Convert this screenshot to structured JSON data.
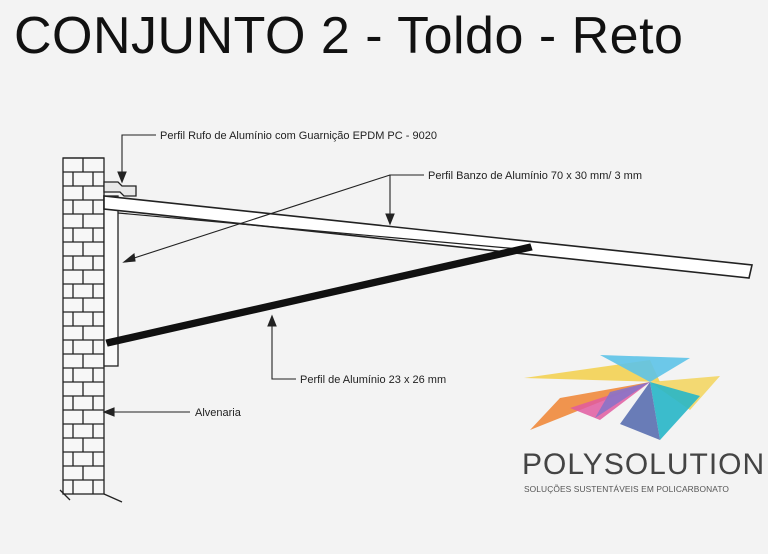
{
  "title": "CONJUNTO 2 - Toldo - Reto",
  "labels": {
    "rufo": "Perfil Rufo de Alumínio com Guarnição EPDM PC - 9020",
    "banzo": "Perfil Banzo de Alumínio 70 x 30 mm/  3 mm",
    "perfil": "Perfil de Alumínio 23 x 26 mm",
    "alvenaria": "Alvenaria"
  },
  "logo": {
    "brand": "POLYSOLUTION",
    "tagline": "SOLUÇÕES SUSTENTÁVEIS EM POLICARBONATO",
    "colors": [
      "#f2d35b",
      "#5a6fb0",
      "#27b6c8",
      "#f08a3c",
      "#e15ba0",
      "#8a73c6",
      "#5dc3e8"
    ]
  }
}
